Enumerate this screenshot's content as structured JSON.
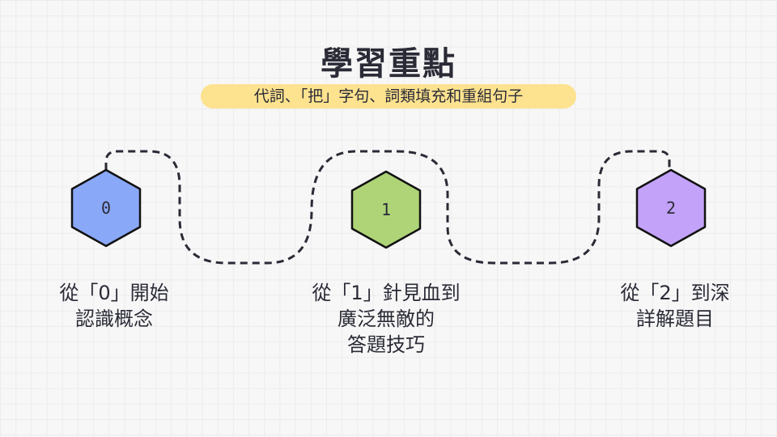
{
  "title": "學習重點",
  "subtitle": "代詞、「把」字句、詞類填充和重組句子",
  "steps": [
    {
      "number": "0",
      "color": "#8aa8f8",
      "lines": [
        "從「0」開始",
        "認識概念"
      ]
    },
    {
      "number": "1",
      "color": "#aed477",
      "lines": [
        "從「1」針見血到",
        "廣泛無敵的",
        "答題技巧"
      ]
    },
    {
      "number": "2",
      "color": "#c3a2f9",
      "lines": [
        "從「2」到深",
        "詳解題目"
      ]
    }
  ]
}
